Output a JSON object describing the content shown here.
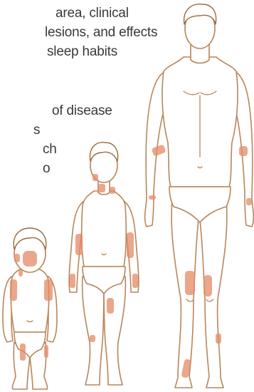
{
  "text_lines": [
    "area, clinical",
    "lesions, and effects",
    "sleep habits",
    "of disease",
    "s",
    "ch",
    "o"
  ],
  "colors": {
    "text": "#3a3a3a",
    "outline": "#b8865a",
    "lesion": "#e48a64",
    "background": "#ffffff"
  },
  "figures": [
    {
      "name": "toddler",
      "description_icon": "child-body-outline"
    },
    {
      "name": "child",
      "description_icon": "child-body-outline"
    },
    {
      "name": "adult",
      "description_icon": "adult-body-outline"
    }
  ]
}
